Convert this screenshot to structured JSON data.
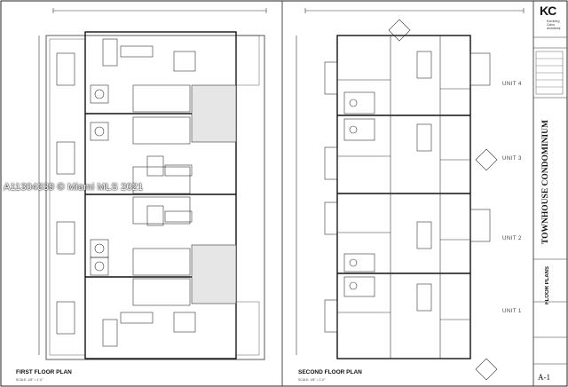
{
  "watermark": "A11304339 © Miami MLS 2021",
  "title_block": {
    "logo": "KC",
    "logo_sub": "Kornberg Calvo Architects",
    "project_title": "TOWNHOUSE CONDOMINIUM",
    "sheet_title": "FLOOR PLANS",
    "sheet_number": "A-1"
  },
  "plans": {
    "first_floor_label": "FIRST FLOOR PLAN",
    "second_floor_label": "SECOND FLOOR PLAN",
    "scale_text": "SCALE: 1/8\" = 1'-0\""
  },
  "unit_labels": [
    "UNIT 4",
    "UNIT 3",
    "UNIT 2",
    "UNIT 1"
  ]
}
